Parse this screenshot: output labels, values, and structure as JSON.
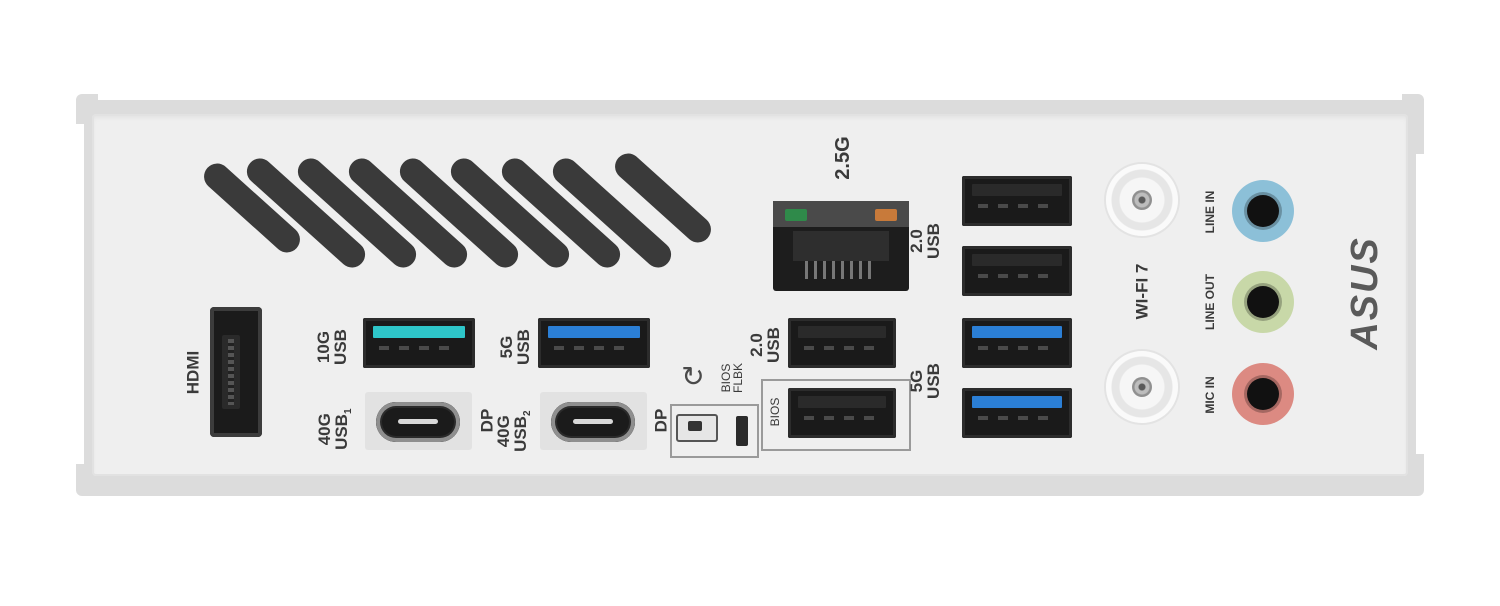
{
  "labels": {
    "lan_speed": "2.5G",
    "hdmi": "HDMI",
    "usb_10g_a": "10G",
    "usb_10g_b": "USB",
    "usb_5g_left_a": "5G",
    "usb_5g_left_b": "USB",
    "usb40g_1_a": "40G",
    "usb40g_1_b": "USB",
    "usb40g_1_sub": "1",
    "dp_1": "DP",
    "usb40g_2_a": "40G",
    "usb40g_2_b": "USB",
    "usb40g_2_sub": "2",
    "dp_2": "DP",
    "bios_flbk_a": "BIOS",
    "bios_flbk_b": "FLBK",
    "usb20_mid_a": "2.0",
    "usb20_mid_b": "USB",
    "bios_port": "BIOS",
    "usb20_top_a": "2.0",
    "usb20_top_b": "USB",
    "usb_5g_right_a": "5G",
    "usb_5g_right_b": "USB",
    "wifi": "WI-FI 7",
    "line_in": "LINE IN",
    "line_out": "LINE OUT",
    "mic_in": "MIC IN",
    "brand": "ASUS"
  },
  "colors": {
    "usb_10g_teal": "#2ec6c9",
    "usb_5g_blue": "#2b7fd6",
    "usb_20_black": "#2a2a2a",
    "line_in_blue": "#8cc0d8",
    "line_out_green": "#c8d8a8",
    "mic_in_pink": "#dc8a82",
    "lan_led_green": "#2f8a4a",
    "lan_led_orange": "#c87a3a"
  },
  "icons": {
    "flashback": "refresh-icon"
  }
}
